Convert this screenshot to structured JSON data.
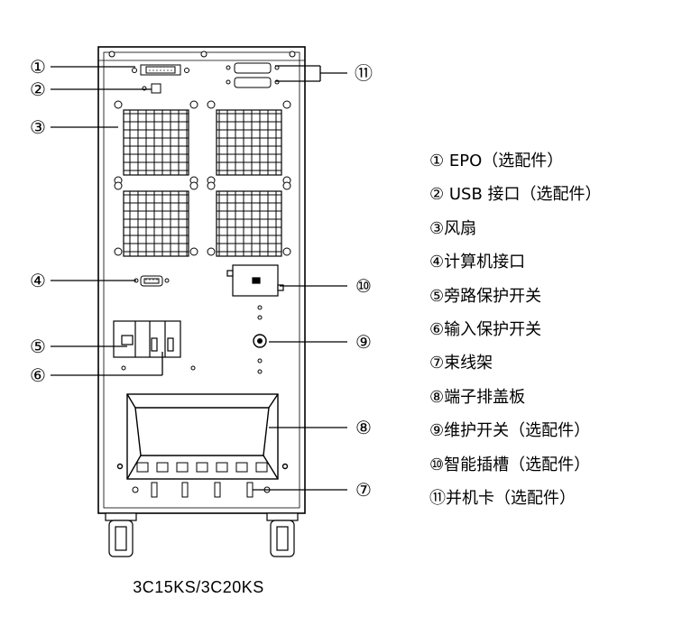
{
  "callouts": [
    "①",
    "②",
    "③",
    "④",
    "⑤",
    "⑥",
    "⑦",
    "⑧",
    "⑨",
    "⑩",
    "⑪"
  ],
  "legend": [
    "① EPO（选配件）",
    "② USB 接口（选配件）",
    "③风扇",
    "④计算机接口",
    "⑤旁路保护开关",
    "⑥输入保护开关",
    "⑦束线架",
    "⑧端子排盖板",
    "⑨维护开关（选配件）",
    "⑩智能插槽（选配件）",
    "⑪并机卡（选配件）"
  ],
  "caption": "3C15KS/3C20KS"
}
